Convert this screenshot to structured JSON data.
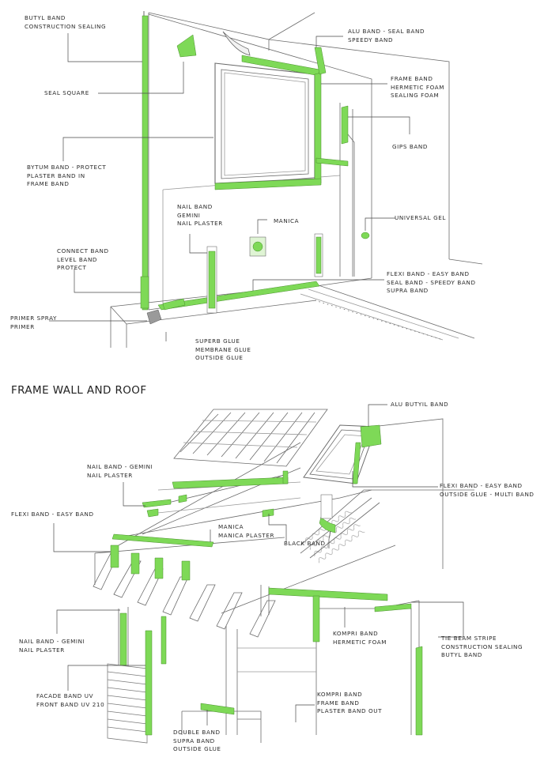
{
  "section_title": "FRAME WALL AND ROOF",
  "colors": {
    "accent": "#7ed957",
    "line": "#6b6b6b",
    "text": "#2a2a2a"
  },
  "labels": {
    "butyl_band": [
      "BUTYL BAND",
      "CONSTRUCTION SEALING"
    ],
    "seal_square": [
      "SEAL SQUARE"
    ],
    "bytum_band": [
      "BYTUM BAND - PROTECT",
      "PLASTER BAND IN",
      "FRAME BAND"
    ],
    "nail_band_top": [
      "NAIL BAND",
      "GEMINI",
      "NAIL PLASTER"
    ],
    "connect_band": [
      "CONNECT BAND",
      "LEVEL BAND",
      "PROTECT"
    ],
    "primer_spray": [
      "PRIMER SPRAY",
      "PRIMER"
    ],
    "superb_glue": [
      "SUPERB GLUE",
      "MEMBRANE GLUE",
      "OUTSIDE GLUE"
    ],
    "alu_band": [
      "ALU BAND - SEAL BAND",
      "SPEEDY BAND"
    ],
    "frame_band": [
      "FRAME BAND",
      "HERMETIC FOAM",
      "SEALING FOAM"
    ],
    "gips_band": [
      "GIPS BAND"
    ],
    "manica_top": [
      "MANICA"
    ],
    "universal_gel": [
      "UNIVERSAL GEL"
    ],
    "flexi_band_top": [
      "FLEXI BAND - EASY BAND",
      "SEAL BAND - SPEEDY BAND",
      "SUPRA BAND"
    ],
    "alu_butyil": [
      "ALU BUTYIL BAND"
    ],
    "nail_band_roof": [
      "NAIL BAND - GEMINI",
      "NAIL PLASTER"
    ],
    "flexi_band_roof_left": [
      "FLEXI BAND - EASY BAND"
    ],
    "flexi_band_roof_right": [
      "FLEXI BAND - EASY BAND",
      "OUTSIDE GLUE - MULTI BAND"
    ],
    "manica_roof": [
      "MANICA",
      "MANICA PLASTER"
    ],
    "black_band": [
      "BLACK BAND"
    ],
    "nail_band_wall": [
      "NAIL BAND - GEMINI",
      "NAIL PLASTER"
    ],
    "kompri_hermetic": [
      "KOMPRI BAND",
      "HERMETIC FOAM"
    ],
    "tie_beam": [
      "TIE BEAM STRIPE",
      "CONSTRUCTION SEALING",
      "BUTYL BAND"
    ],
    "facade_band": [
      "FACADE BAND UV",
      "FRONT BAND UV 210"
    ],
    "kompri_frame": [
      "KOMPRI BAND",
      "FRAME BAND",
      "PLASTER BAND OUT"
    ],
    "double_band": [
      "DOUBLE BAND",
      "SUPRA BAND",
      "OUTSIDE GLUE"
    ]
  }
}
